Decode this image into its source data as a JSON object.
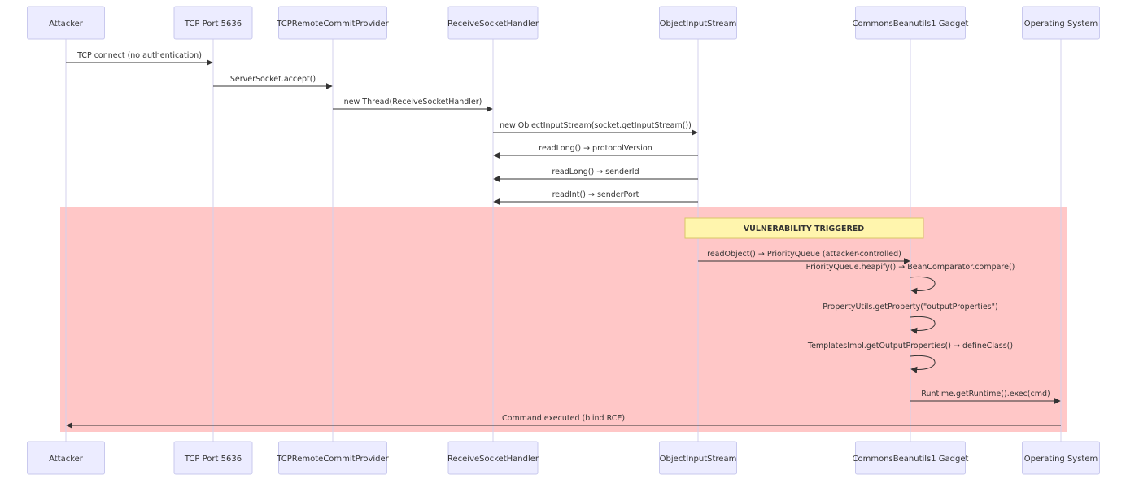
{
  "colors": {
    "actor_fill": "#ECECFF",
    "actor_border": "#C9C9EE",
    "lifeline": "#D3D0EE",
    "highlight_region": "#FFC7C7",
    "note_fill": "#FFF5AD",
    "note_border": "#D9C766",
    "line": "#333333"
  },
  "participants": [
    {
      "id": "attacker",
      "label": "Attacker"
    },
    {
      "id": "tcp",
      "label": "TCP Port 5636"
    },
    {
      "id": "provider",
      "label": "TCPRemoteCommitProvider"
    },
    {
      "id": "handler",
      "label": "ReceiveSocketHandler"
    },
    {
      "id": "ois",
      "label": "ObjectInputStream"
    },
    {
      "id": "gadget",
      "label": "CommonsBeanutils1 Gadget"
    },
    {
      "id": "os",
      "label": "Operating System"
    }
  ],
  "messages": [
    {
      "from": "attacker",
      "to": "tcp",
      "label": "TCP connect (no authentication)"
    },
    {
      "from": "tcp",
      "to": "provider",
      "label": "ServerSocket.accept()"
    },
    {
      "from": "provider",
      "to": "handler",
      "label": "new Thread(ReceiveSocketHandler)"
    },
    {
      "from": "handler",
      "to": "ois",
      "label": "new ObjectInputStream(socket.getInputStream())"
    },
    {
      "from": "ois",
      "to": "handler",
      "label": "readLong() → protocolVersion"
    },
    {
      "from": "ois",
      "to": "handler",
      "label": "readLong() → senderId"
    },
    {
      "from": "ois",
      "to": "handler",
      "label": "readInt() → senderPort"
    },
    {
      "from": "ois",
      "to": "gadget",
      "label": "readObject() → PriorityQueue (attacker-controlled)"
    },
    {
      "from": "gadget",
      "to": "gadget",
      "label": "PriorityQueue.heapify() → BeanComparator.compare()"
    },
    {
      "from": "gadget",
      "to": "gadget",
      "label": "PropertyUtils.getProperty(\"outputProperties\")"
    },
    {
      "from": "gadget",
      "to": "gadget",
      "label": "TemplatesImpl.getOutputProperties() → defineClass()"
    },
    {
      "from": "gadget",
      "to": "os",
      "label": "Runtime.getRuntime().exec(cmd)"
    },
    {
      "from": "os",
      "to": "attacker",
      "label": "Command executed (blind RCE)"
    }
  ],
  "note": {
    "label": "VULNERABILITY TRIGGERED",
    "from": "ois",
    "to": "gadget"
  },
  "highlight_region": {
    "first_message": 7,
    "last_message": 12
  }
}
